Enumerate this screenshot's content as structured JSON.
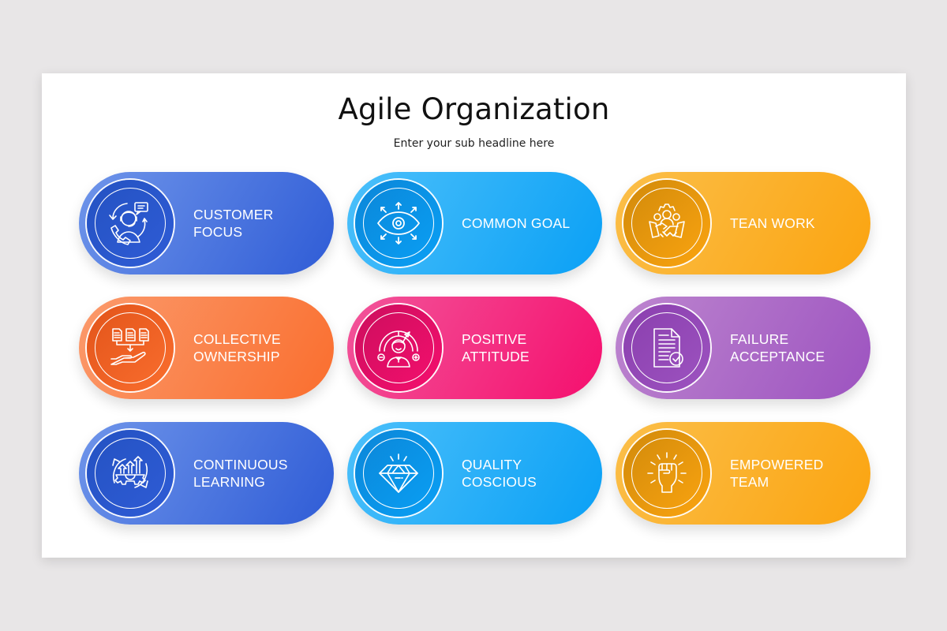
{
  "slide": {
    "title": "Agile Organization",
    "subtitle": "Enter your sub headline here"
  },
  "cards": [
    {
      "line1": "CUSTOMER",
      "line2": "FOCUS",
      "icon": "customer-support-icon",
      "colors": {
        "light": "#6f95ea",
        "dark": "#2f5cd6",
        "circle": "#2452c2"
      }
    },
    {
      "line1": "COMMON GOAL",
      "line2": "",
      "icon": "eye-vision-icon",
      "colors": {
        "light": "#4cc0fb",
        "dark": "#0aa0f5",
        "circle": "#0b86d8"
      }
    },
    {
      "line1": "TEAN WORK",
      "line2": "",
      "icon": "teamwork-handshake-icon",
      "colors": {
        "light": "#fbbf4a",
        "dark": "#fba410",
        "circle": "#d18a0b"
      }
    },
    {
      "line1": "COLLECTIVE",
      "line2": "OWNERSHIP",
      "icon": "documents-hand-icon",
      "colors": {
        "light": "#fb9a6c",
        "dark": "#fa6e2e",
        "circle": "#e2541a"
      }
    },
    {
      "line1": "POSITIVE",
      "line2": "ATTITUDE",
      "icon": "positive-person-gauge-icon",
      "colors": {
        "light": "#f2559a",
        "dark": "#f50f6e",
        "circle": "#cc0e5d"
      }
    },
    {
      "line1": "FAILURE",
      "line2": "ACCEPTANCE",
      "icon": "document-check-icon",
      "colors": {
        "light": "#bd86cf",
        "dark": "#9d53c0",
        "circle": "#8a3fae"
      }
    },
    {
      "line1": "CONTINUOUS",
      "line2": "LEARNING",
      "icon": "growth-gear-icon",
      "colors": {
        "light": "#6f95ea",
        "dark": "#2f5cd6",
        "circle": "#2452c2"
      }
    },
    {
      "line1": "QUALITY",
      "line2": "COSCIOUS",
      "icon": "diamond-icon",
      "colors": {
        "light": "#4cc0fb",
        "dark": "#0aa0f5",
        "circle": "#0b86d8"
      }
    },
    {
      "line1": "EMPOWERED",
      "line2": "TEAM",
      "icon": "raised-fist-icon",
      "colors": {
        "light": "#fbbf4a",
        "dark": "#fba410",
        "circle": "#d18a0b"
      }
    }
  ]
}
